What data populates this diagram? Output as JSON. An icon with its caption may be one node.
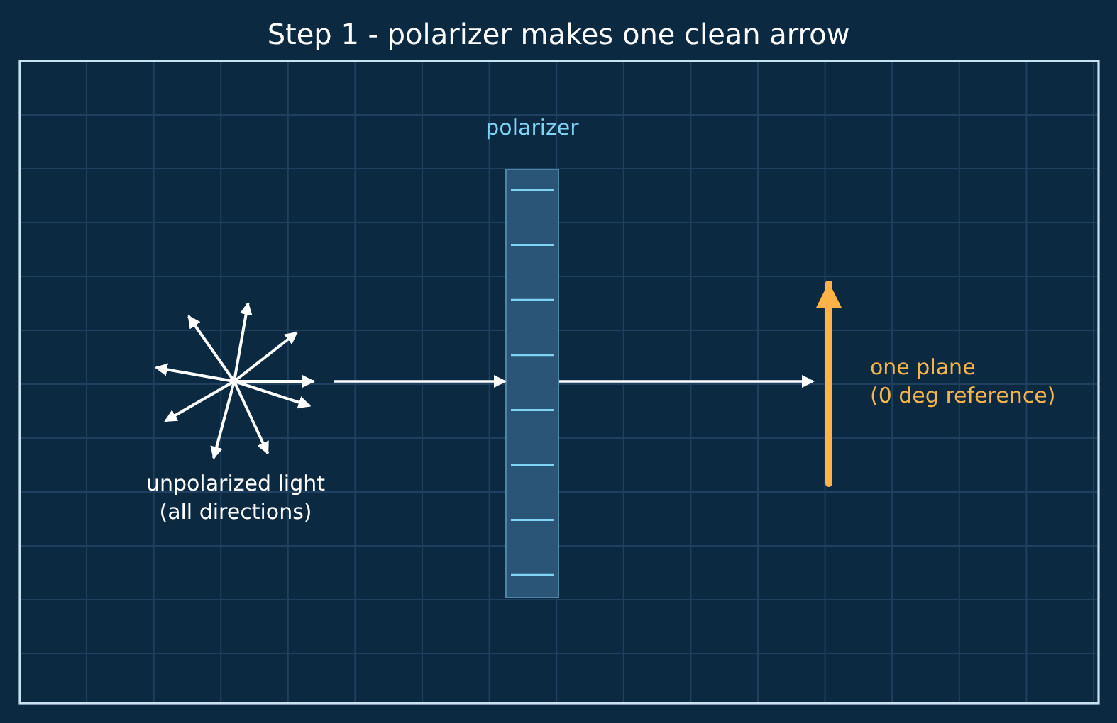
{
  "diagram": {
    "title": "Step 1 - polarizer makes one clean arrow",
    "nodes": [
      {
        "text": [],
        "shape": "star",
        "beside": [
          "unpolarized light (all directions)"
        ]
      },
      {
        "text": [
          "polarizer"
        ]
      },
      {
        "text": [],
        "shape": "arrow",
        "beside": [
          "one plane (0 deg reference)"
        ]
      }
    ],
    "edges": [
      {
        "from": 0,
        "to": 1,
        "arrow": "to"
      },
      {
        "from": 1,
        "to": 2,
        "arrow": "to"
      }
    ]
  }
}
